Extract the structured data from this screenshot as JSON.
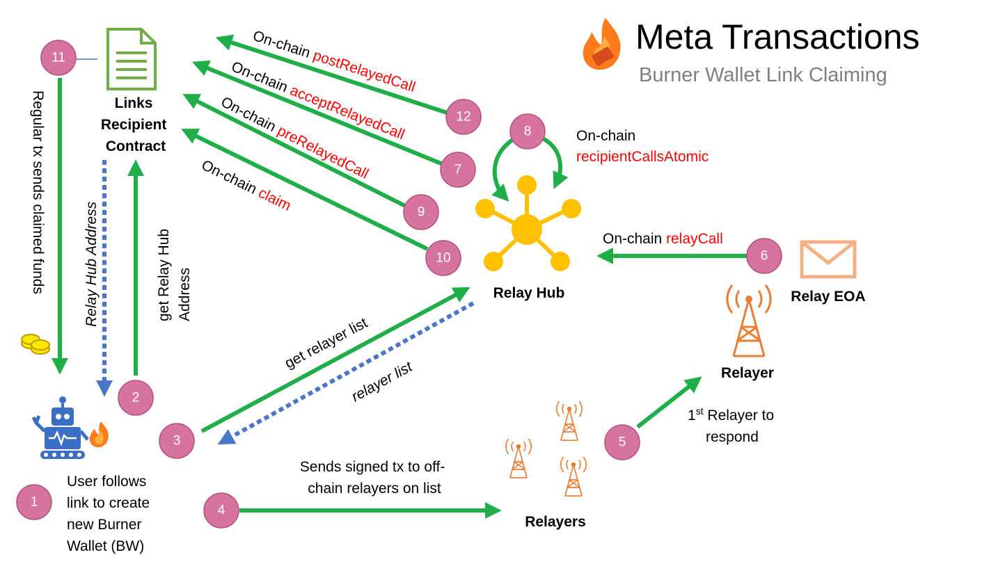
{
  "title": "Meta Transactions",
  "subtitle": "Burner Wallet Link Claiming",
  "nodes": {
    "contract": {
      "line1": "Links",
      "line2": "Recipient",
      "line3": "Contract"
    },
    "relay_hub": "Relay Hub",
    "relay_eoa": "Relay EOA",
    "relayer": "Relayer",
    "relayers": "Relayers"
  },
  "steps": {
    "s1": "1",
    "s2": "2",
    "s3": "3",
    "s4": "4",
    "s5": "5",
    "s6": "6",
    "s7": "7",
    "s8": "8",
    "s9": "9",
    "s10": "10",
    "s11": "11",
    "s12": "12"
  },
  "labels": {
    "onchain": "On-chain",
    "post_relayed_call": "postRelayedCall",
    "accept_relayed_call": "acceptRelayedCall",
    "pre_relayed_call": "preRelayedCall",
    "claim": "claim",
    "recipient_calls_atomic": "recipientCallsAtomic",
    "relay_call": "relayCall",
    "regular_tx": "Regular tx sends claimed funds",
    "relay_hub_address": "Relay Hub Address",
    "get_relay_hub_1": "get Relay Hub",
    "get_relay_hub_2": "Address",
    "get_relayer_list": "get relayer list",
    "relayer_list": "relayer list",
    "sends_signed_1": "Sends signed tx to off-",
    "sends_signed_2": "chain relayers on list",
    "user_follows_1": "User follows",
    "user_follows_2": "link to create",
    "user_follows_3": "new Burner",
    "user_follows_4": "Wallet (BW)",
    "first_relayer_1": "1",
    "first_relayer_sup": "st",
    "first_relayer_2": " Relayer to",
    "first_relayer_3": "respond"
  },
  "colors": {
    "green_arrow": "#1fae48",
    "blue_dashed": "#4a76c8",
    "step_circle": "#d6739f",
    "hub": "#ffc000",
    "tower": "#ec7c30",
    "envelope": "#f4b183",
    "document": "#70ad47",
    "highlight_text": "#ff0000",
    "subtitle": "#7f7f7f"
  },
  "icons": [
    "flame-icon",
    "document-icon",
    "hub-icon",
    "envelope-icon",
    "tower-icon",
    "robot-icon",
    "coins-icon"
  ]
}
